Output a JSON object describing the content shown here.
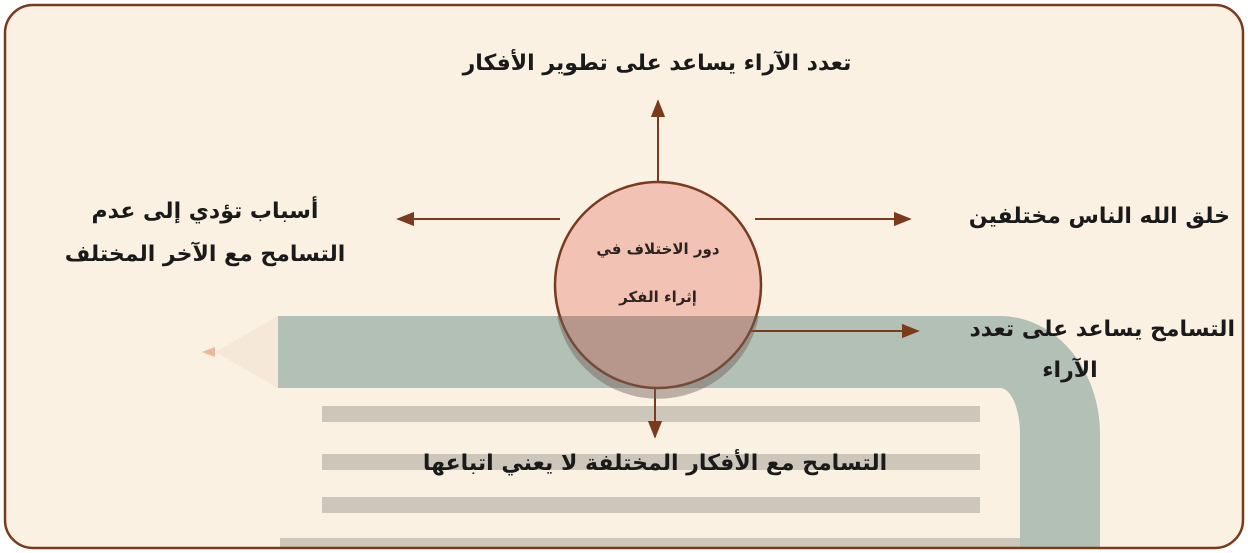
{
  "diagram": {
    "center": {
      "line1": "دور الاختلاف في",
      "line2": "إثراء الفكر"
    },
    "top": "تعدد الآراء يساعد على تطوير الأفكار",
    "right": "خلق الله الناس مختلفين",
    "left_line1": "أسباب تؤدي إلى عدم",
    "left_line2": "التسامح مع الآخر المختلف",
    "lower_right_line1": "التسامح يساعد على تعدد",
    "lower_right_line2": "الآراء",
    "bottom": "التسامح مع الأفكار المختلفة لا يعني اتباعها"
  },
  "colors": {
    "background": "#fbf1e3",
    "frame": "#7a3a1c",
    "circle_fill": "#f2c3b5",
    "circle_stroke": "#7a3a1c",
    "pencil": "#b3c0b6",
    "stripes": "#cdc6bb",
    "arrow": "#7a3a1c"
  }
}
